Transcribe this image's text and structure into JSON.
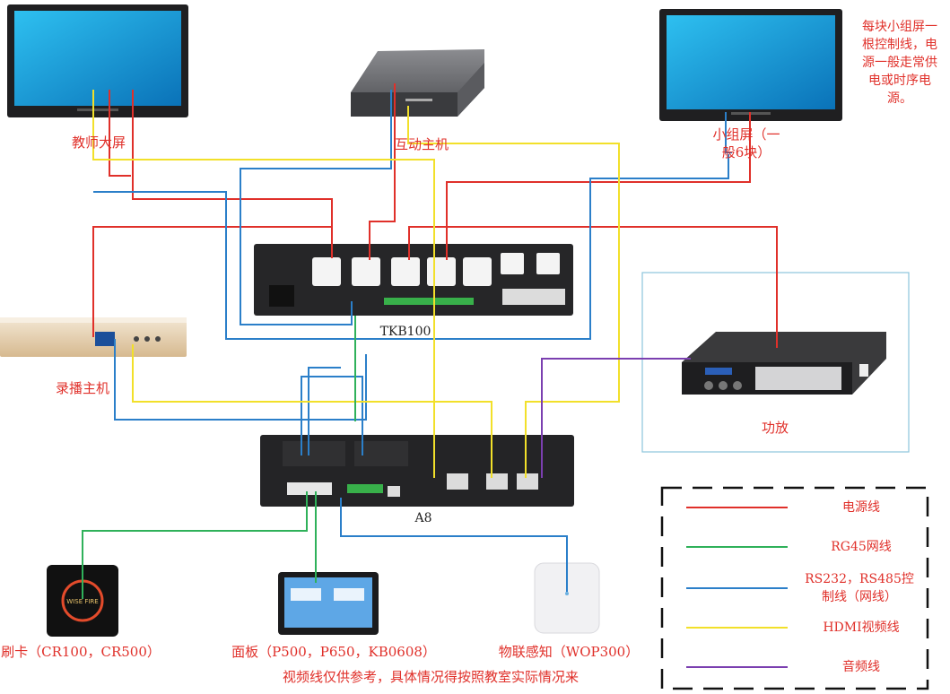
{
  "labels": {
    "teacher_screen": "教师大屏",
    "interactive_host": "互动主机",
    "group_screen": "小组屏（一\n般6块）",
    "group_note": "每块小组屏一\n根控制线，电\n源一般走常供\n电或时序电\n源。",
    "tkb100": "TKB100",
    "recorder": "录播主机",
    "amplifier": "功放",
    "a8": "A8",
    "card_reader": "刷卡（CR100，CR500）",
    "panel": "面板（P500，P650，KB0608）",
    "iot_sensor": "物联感知（WOP300）",
    "footnote": "视频线仅供参考，具体情况得按照教室实际情况来",
    "card_logo": "WISE FIRE"
  },
  "legend": {
    "items": [
      {
        "label": "电源线",
        "color": "#e0302a"
      },
      {
        "label": "RG45网线",
        "color": "#2fb15a"
      },
      {
        "label": "RS232，RS485控\n制线（网线）",
        "color": "#2b7fc9"
      },
      {
        "label": "HDMI视频线",
        "color": "#f2e02a"
      },
      {
        "label": "音频线",
        "color": "#7b3fb0"
      }
    ]
  },
  "colors": {
    "power": "#e0302a",
    "network": "#2fb15a",
    "control": "#2b7fc9",
    "hdmi": "#f2e02a",
    "audio": "#7b3fb0",
    "screen": "#23a8e0",
    "device_dark": "#2c2c2e"
  }
}
